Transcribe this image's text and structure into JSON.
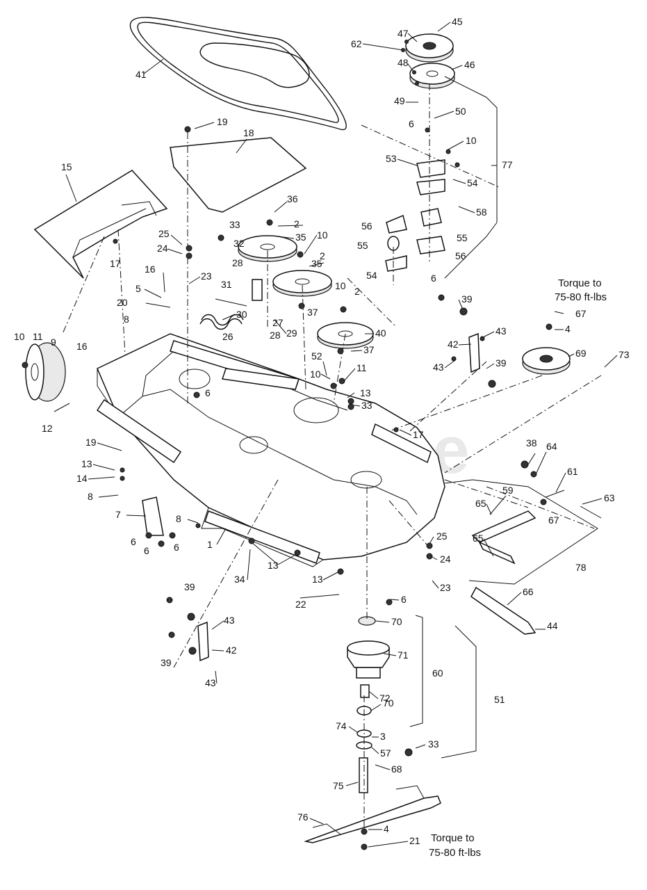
{
  "watermark": "PartsTree",
  "notes": {
    "torque_top_line1": "Torque to",
    "torque_top_line2": "75-80 ft-lbs",
    "torque_bottom_line1": "Torque to",
    "torque_bottom_line2": "75-80 ft-lbs"
  },
  "callouts": [
    "41",
    "45",
    "47",
    "62",
    "46",
    "48",
    "49",
    "50",
    "6",
    "10",
    "77",
    "53",
    "54",
    "58",
    "19",
    "18",
    "15",
    "36",
    "33",
    "2",
    "32",
    "35",
    "10",
    "28",
    "2",
    "35",
    "25",
    "24",
    "17",
    "23",
    "16",
    "5",
    "20",
    "31",
    "10",
    "2",
    "37",
    "56",
    "55",
    "56",
    "55",
    "54",
    "6",
    "8",
    "30",
    "26",
    "27",
    "28",
    "29",
    "40",
    "37",
    "52",
    "11",
    "10",
    "10",
    "11",
    "9",
    "16",
    "13",
    "33",
    "6",
    "12",
    "17",
    "19",
    "13",
    "14",
    "8",
    "7",
    "8",
    "1",
    "6",
    "6",
    "6",
    "34",
    "13",
    "13",
    "22",
    "39",
    "43",
    "42",
    "39",
    "43",
    "39",
    "43",
    "42",
    "43",
    "39",
    "67",
    "4",
    "69",
    "73",
    "38",
    "64",
    "61",
    "63",
    "59",
    "65",
    "67",
    "65",
    "78",
    "66",
    "44",
    "25",
    "24",
    "23",
    "6",
    "70",
    "71",
    "60",
    "72",
    "70",
    "74",
    "3",
    "57",
    "33",
    "51",
    "68",
    "75",
    "76",
    "4",
    "21"
  ]
}
